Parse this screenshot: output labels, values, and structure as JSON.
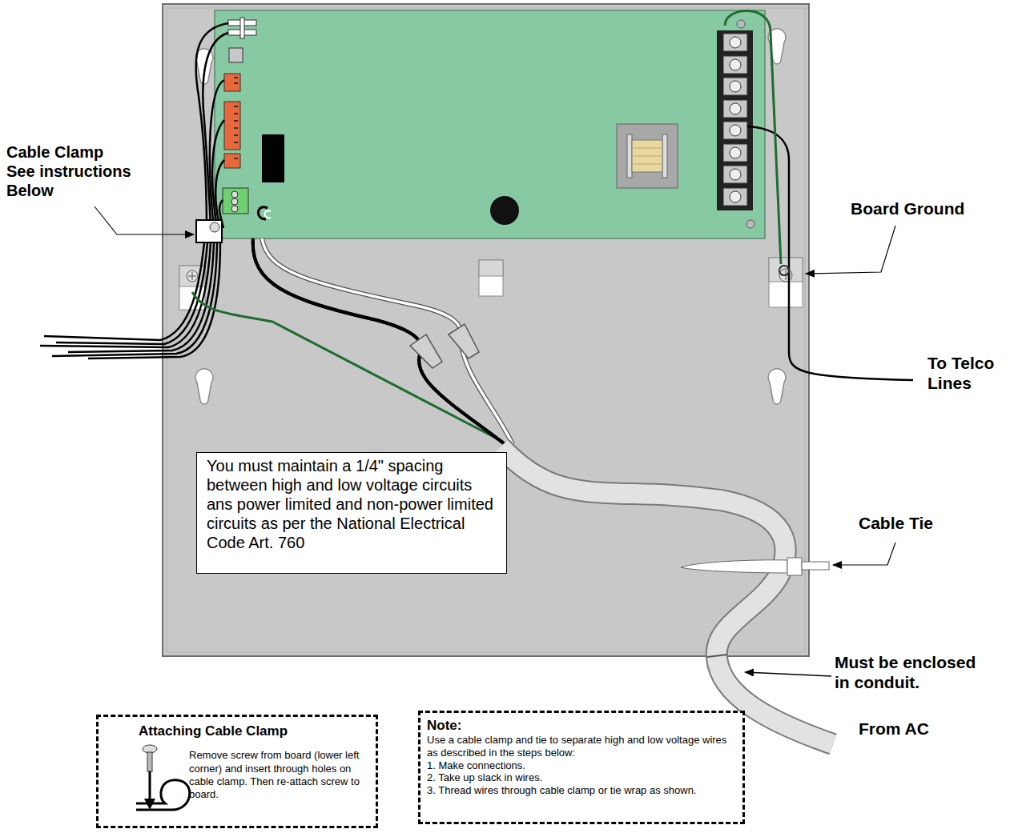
{
  "diagram": {
    "nodes": [
      {
        "text": [
          "You must maintain a 1/4\" spacing between high and low voltage circuits ans power limited and non-power limited circuits as per the National Electrical Code Art. 760"
        ]
      },
      {
        "text": [
          "Attaching Cable Clamp",
          "Remove screw from board (lower left corner) and insert through holes on cable clamp. Then re-attach screw to board."
        ]
      },
      {
        "text": [
          "Note:",
          "Use a cable clamp and tie to separate high and low voltage wires as described in the steps below:",
          "1. Make connections.",
          "2. Take up slack in wires.",
          "3. Thread wires through cable clamp or tie wrap as shown."
        ]
      }
    ],
    "labels": [
      "Cable Clamp See instructions Below",
      "Board Ground",
      "To Telco Lines",
      "Cable Tie",
      "Must be enclosed in conduit.",
      "From AC"
    ]
  }
}
